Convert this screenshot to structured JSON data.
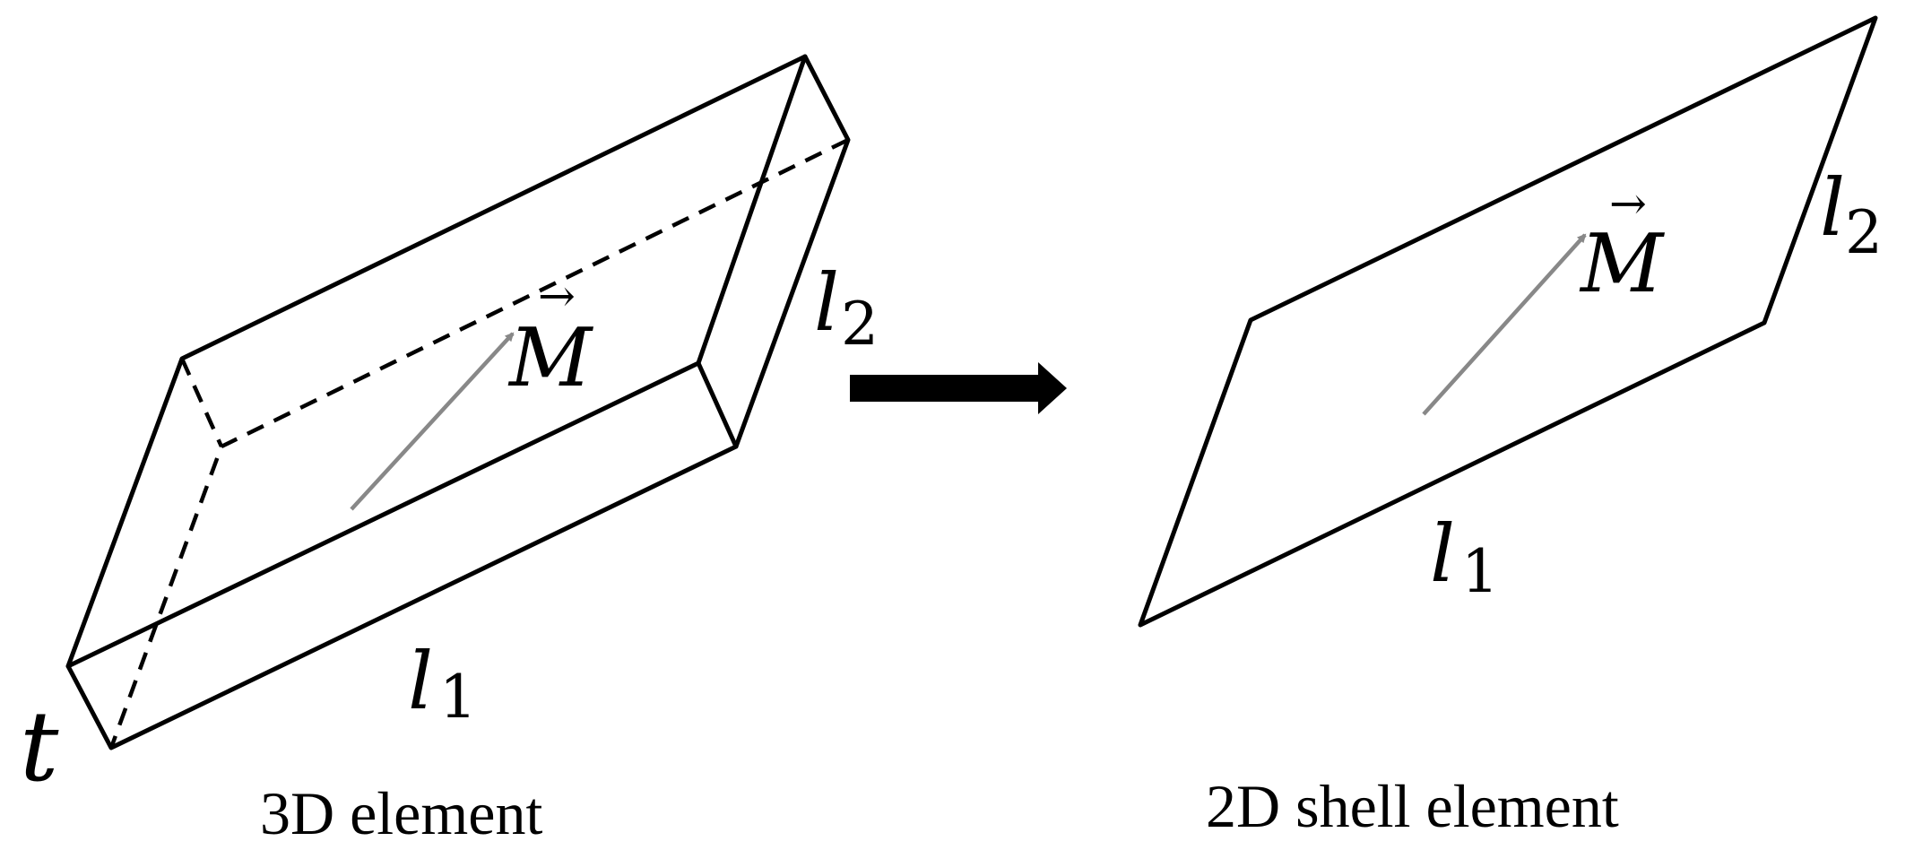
{
  "labels": {
    "length_1_symbol": "l",
    "length_1_subscript": "1",
    "length_2_symbol": "l",
    "length_2_subscript": "2",
    "thickness_symbol": "t",
    "magnetization_symbol": "M",
    "vector_arrow": "→"
  },
  "captions": {
    "left": "3D element",
    "right": "2D shell element"
  },
  "colors": {
    "line": "#000000",
    "magnetization": "#888888",
    "transform_arrow": "#000000"
  }
}
